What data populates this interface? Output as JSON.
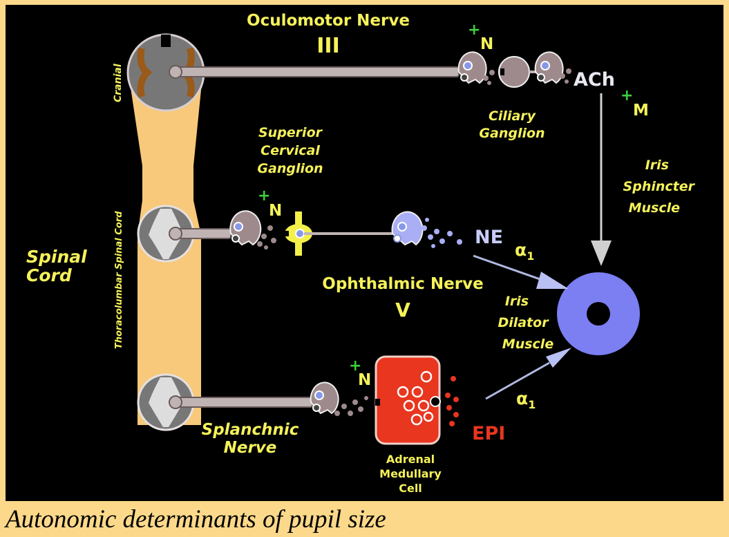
{
  "labels": {
    "oculomotor_nerve": "Oculomotor Nerve",
    "oculomotor_numeral": "III",
    "cranial": "Cranial",
    "thoracolumbar": "Thoracolumbar Spinal Cord",
    "spinal_cord_1": "Spinal",
    "spinal_cord_2": "Cord",
    "ciliary_1": "Ciliary",
    "ciliary_2": "Ganglion",
    "superior_1": "Superior",
    "superior_2": "Cervical",
    "superior_3": "Ganglion",
    "iris_sphincter_1": "Iris",
    "iris_sphincter_2": "Sphincter",
    "iris_sphincter_3": "Muscle",
    "ophthalmic_nerve": "Ophthalmic Nerve",
    "ophthalmic_numeral": "V",
    "iris_dilator_1": "Iris",
    "iris_dilator_2": "Dilator",
    "iris_dilator_3": "Muscle",
    "splanchnic_1": "Splanchnic",
    "splanchnic_2": "Nerve",
    "adrenal_1": "Adrenal",
    "adrenal_2": "Medullary",
    "adrenal_3": "Cell",
    "ach": "ACh",
    "ne": "NE",
    "epi": "EPI",
    "n_top": "N",
    "n_mid": "N",
    "n_bottom": "N",
    "m_receptor": "M",
    "plus": "+",
    "alpha_upper": "α",
    "alpha_lower": "α",
    "subscript": "1"
  },
  "caption": "Autonomic determinants of pupil size",
  "colors": {
    "background": "#fcd98a",
    "panel": "#000000",
    "label_yellow": "#f5f25a",
    "plus_green": "#3cd03c",
    "iris_blue": "#7b7ff2",
    "epi_red": "#e8361f",
    "nerve_grey": "#bfb3b4",
    "ne_blue": "#a9aef5"
  }
}
